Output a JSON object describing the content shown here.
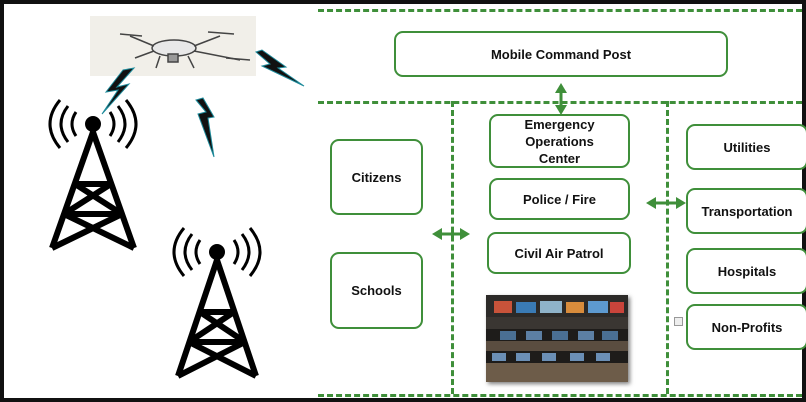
{
  "nodes": {
    "mobile_command_post": "Mobile Command Post",
    "eoc": "Emergency Operations Center",
    "police_fire": "Police / Fire",
    "civil_air_patrol": "Civil Air Patrol",
    "citizens": "Citizens",
    "schools": "Schools",
    "utilities": "Utilities",
    "transportation": "Transportation",
    "hospitals": "Hospitals",
    "non_profits": "Non-Profits"
  },
  "icons": {
    "drone": "drone-icon",
    "tower": "radio-tower-icon",
    "signal": "lightning-signal-icon",
    "operations_room": "operations-room-photo"
  },
  "colors": {
    "box_border": "#3f8f3a",
    "arrow": "#3f8f3a",
    "frame": "#111111"
  }
}
